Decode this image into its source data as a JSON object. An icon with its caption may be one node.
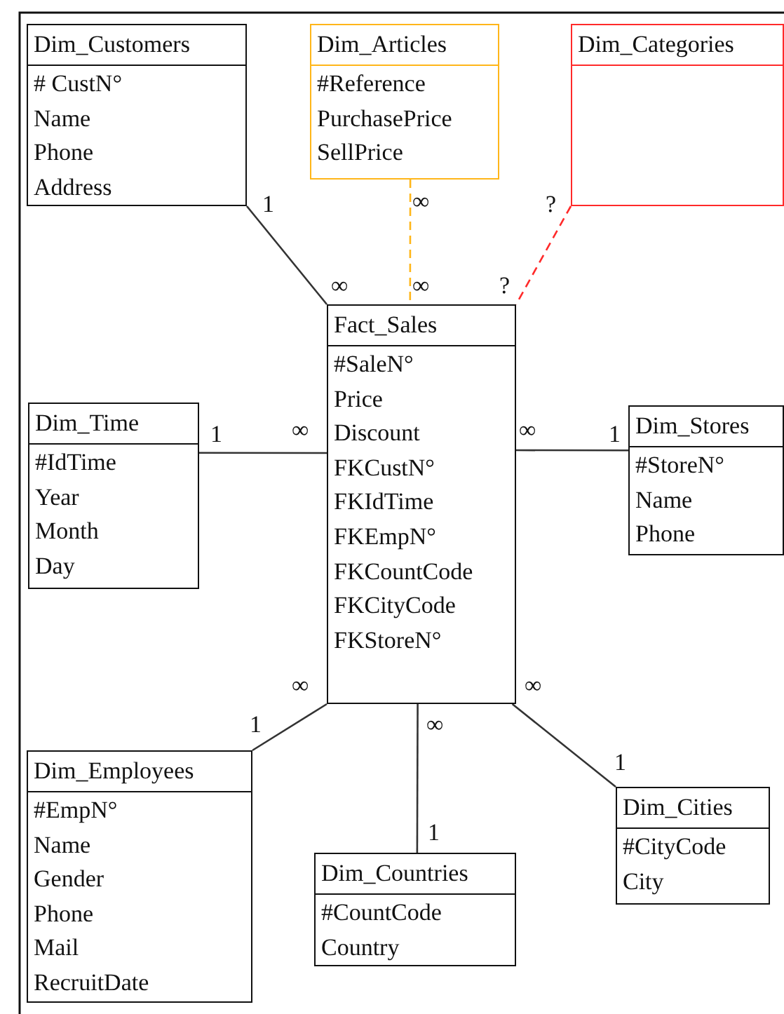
{
  "diagram": {
    "nodes": [
      {
        "text": [
          "Dim_Customers",
          "# CustN°",
          "Name",
          "Phone",
          "Address"
        ]
      },
      {
        "text": [
          "Dim_Articles",
          "#Reference",
          "PurchasePrice",
          "SellPrice"
        ]
      },
      {
        "text": [
          "Dim_Categories"
        ]
      },
      {
        "text": [
          "Fact_Sales",
          "#SaleN°",
          "Price",
          "Discount",
          "FKCustN°",
          "FKIdTime",
          "FKEmpN°",
          "FKCountCode",
          "FKCityCode",
          "FKStoreN°"
        ]
      },
      {
        "text": [
          "Dim_Time",
          "#IdTime",
          "Year",
          "Month",
          "Day"
        ]
      },
      {
        "text": [
          "Dim_Stores",
          "#StoreN°",
          "Name",
          "Phone"
        ]
      },
      {
        "text": [
          "Dim_Employees",
          "#EmpN°",
          "Name",
          "Gender",
          "Phone",
          "Mail",
          "RecruitDate"
        ]
      },
      {
        "text": [
          "Dim_Countries",
          "#CountCode",
          "Country"
        ]
      },
      {
        "text": [
          "Dim_Cities",
          "#CityCode",
          "City"
        ]
      }
    ],
    "edges": [
      {
        "from": 0,
        "to": 3,
        "arrow": "none"
      },
      {
        "from": 1,
        "to": 3,
        "arrow": "none",
        "style": "dashed",
        "color": "#ffb619"
      },
      {
        "from": 2,
        "to": 3,
        "arrow": "none",
        "style": "dashed",
        "color": "#ff2a2a"
      },
      {
        "from": 4,
        "to": 3,
        "arrow": "none"
      },
      {
        "from": 3,
        "to": 5,
        "arrow": "none"
      },
      {
        "from": 3,
        "to": 6,
        "arrow": "none"
      },
      {
        "from": 3,
        "to": 7,
        "arrow": "none"
      },
      {
        "from": 3,
        "to": 8,
        "arrow": "none"
      }
    ],
    "labels": [
      "1",
      "∞",
      "?",
      "∞",
      "∞",
      "?",
      "1",
      "∞",
      "∞",
      "1",
      "∞",
      "∞",
      "1",
      "∞",
      "1",
      "1"
    ]
  }
}
